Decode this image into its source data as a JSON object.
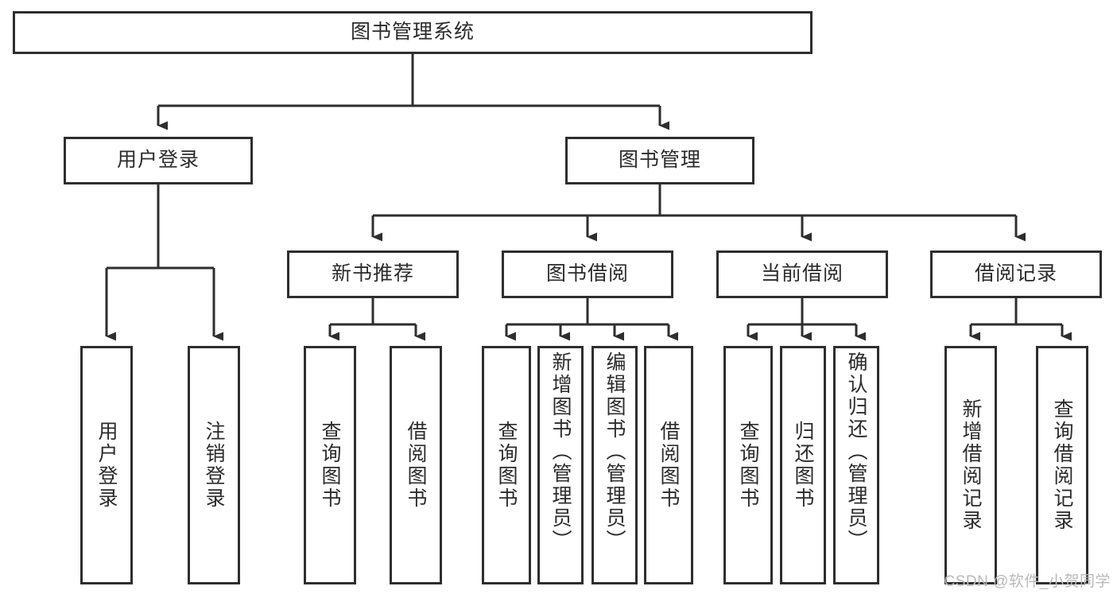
{
  "diagram": {
    "type": "tree-hierarchy",
    "title": "图书管理系统",
    "root": {
      "label": "图书管理系统"
    },
    "level1": [
      {
        "label": "用户登录"
      },
      {
        "label": "图书管理"
      }
    ],
    "level2": [
      {
        "label": "新书推荐"
      },
      {
        "label": "图书借阅"
      },
      {
        "label": "当前借阅"
      },
      {
        "label": "借阅记录"
      }
    ],
    "leaves": {
      "user_login": [
        {
          "label": "用户登录"
        },
        {
          "label": "注销登录"
        }
      ],
      "new_book_recommend": [
        {
          "label": "查询图书"
        },
        {
          "label": "借阅图书"
        }
      ],
      "book_borrow": [
        {
          "label": "查询图书"
        },
        {
          "label": "新增图书（管理员）"
        },
        {
          "label": "编辑图书（管理员）"
        },
        {
          "label": "借阅图书"
        }
      ],
      "current_borrow": [
        {
          "label": "查询图书"
        },
        {
          "label": "归还图书"
        },
        {
          "label": "确认归还（管理员）"
        }
      ],
      "borrow_record": [
        {
          "label": "新增借阅记录"
        },
        {
          "label": "查询借阅记录"
        }
      ]
    }
  },
  "watermark": {
    "text": "CSDN @软件_小贺同学"
  },
  "colors": {
    "border": "#2e2e2e",
    "text": "#2b2b2b",
    "background": "#ffffff",
    "watermark": "#b9b9b9"
  }
}
